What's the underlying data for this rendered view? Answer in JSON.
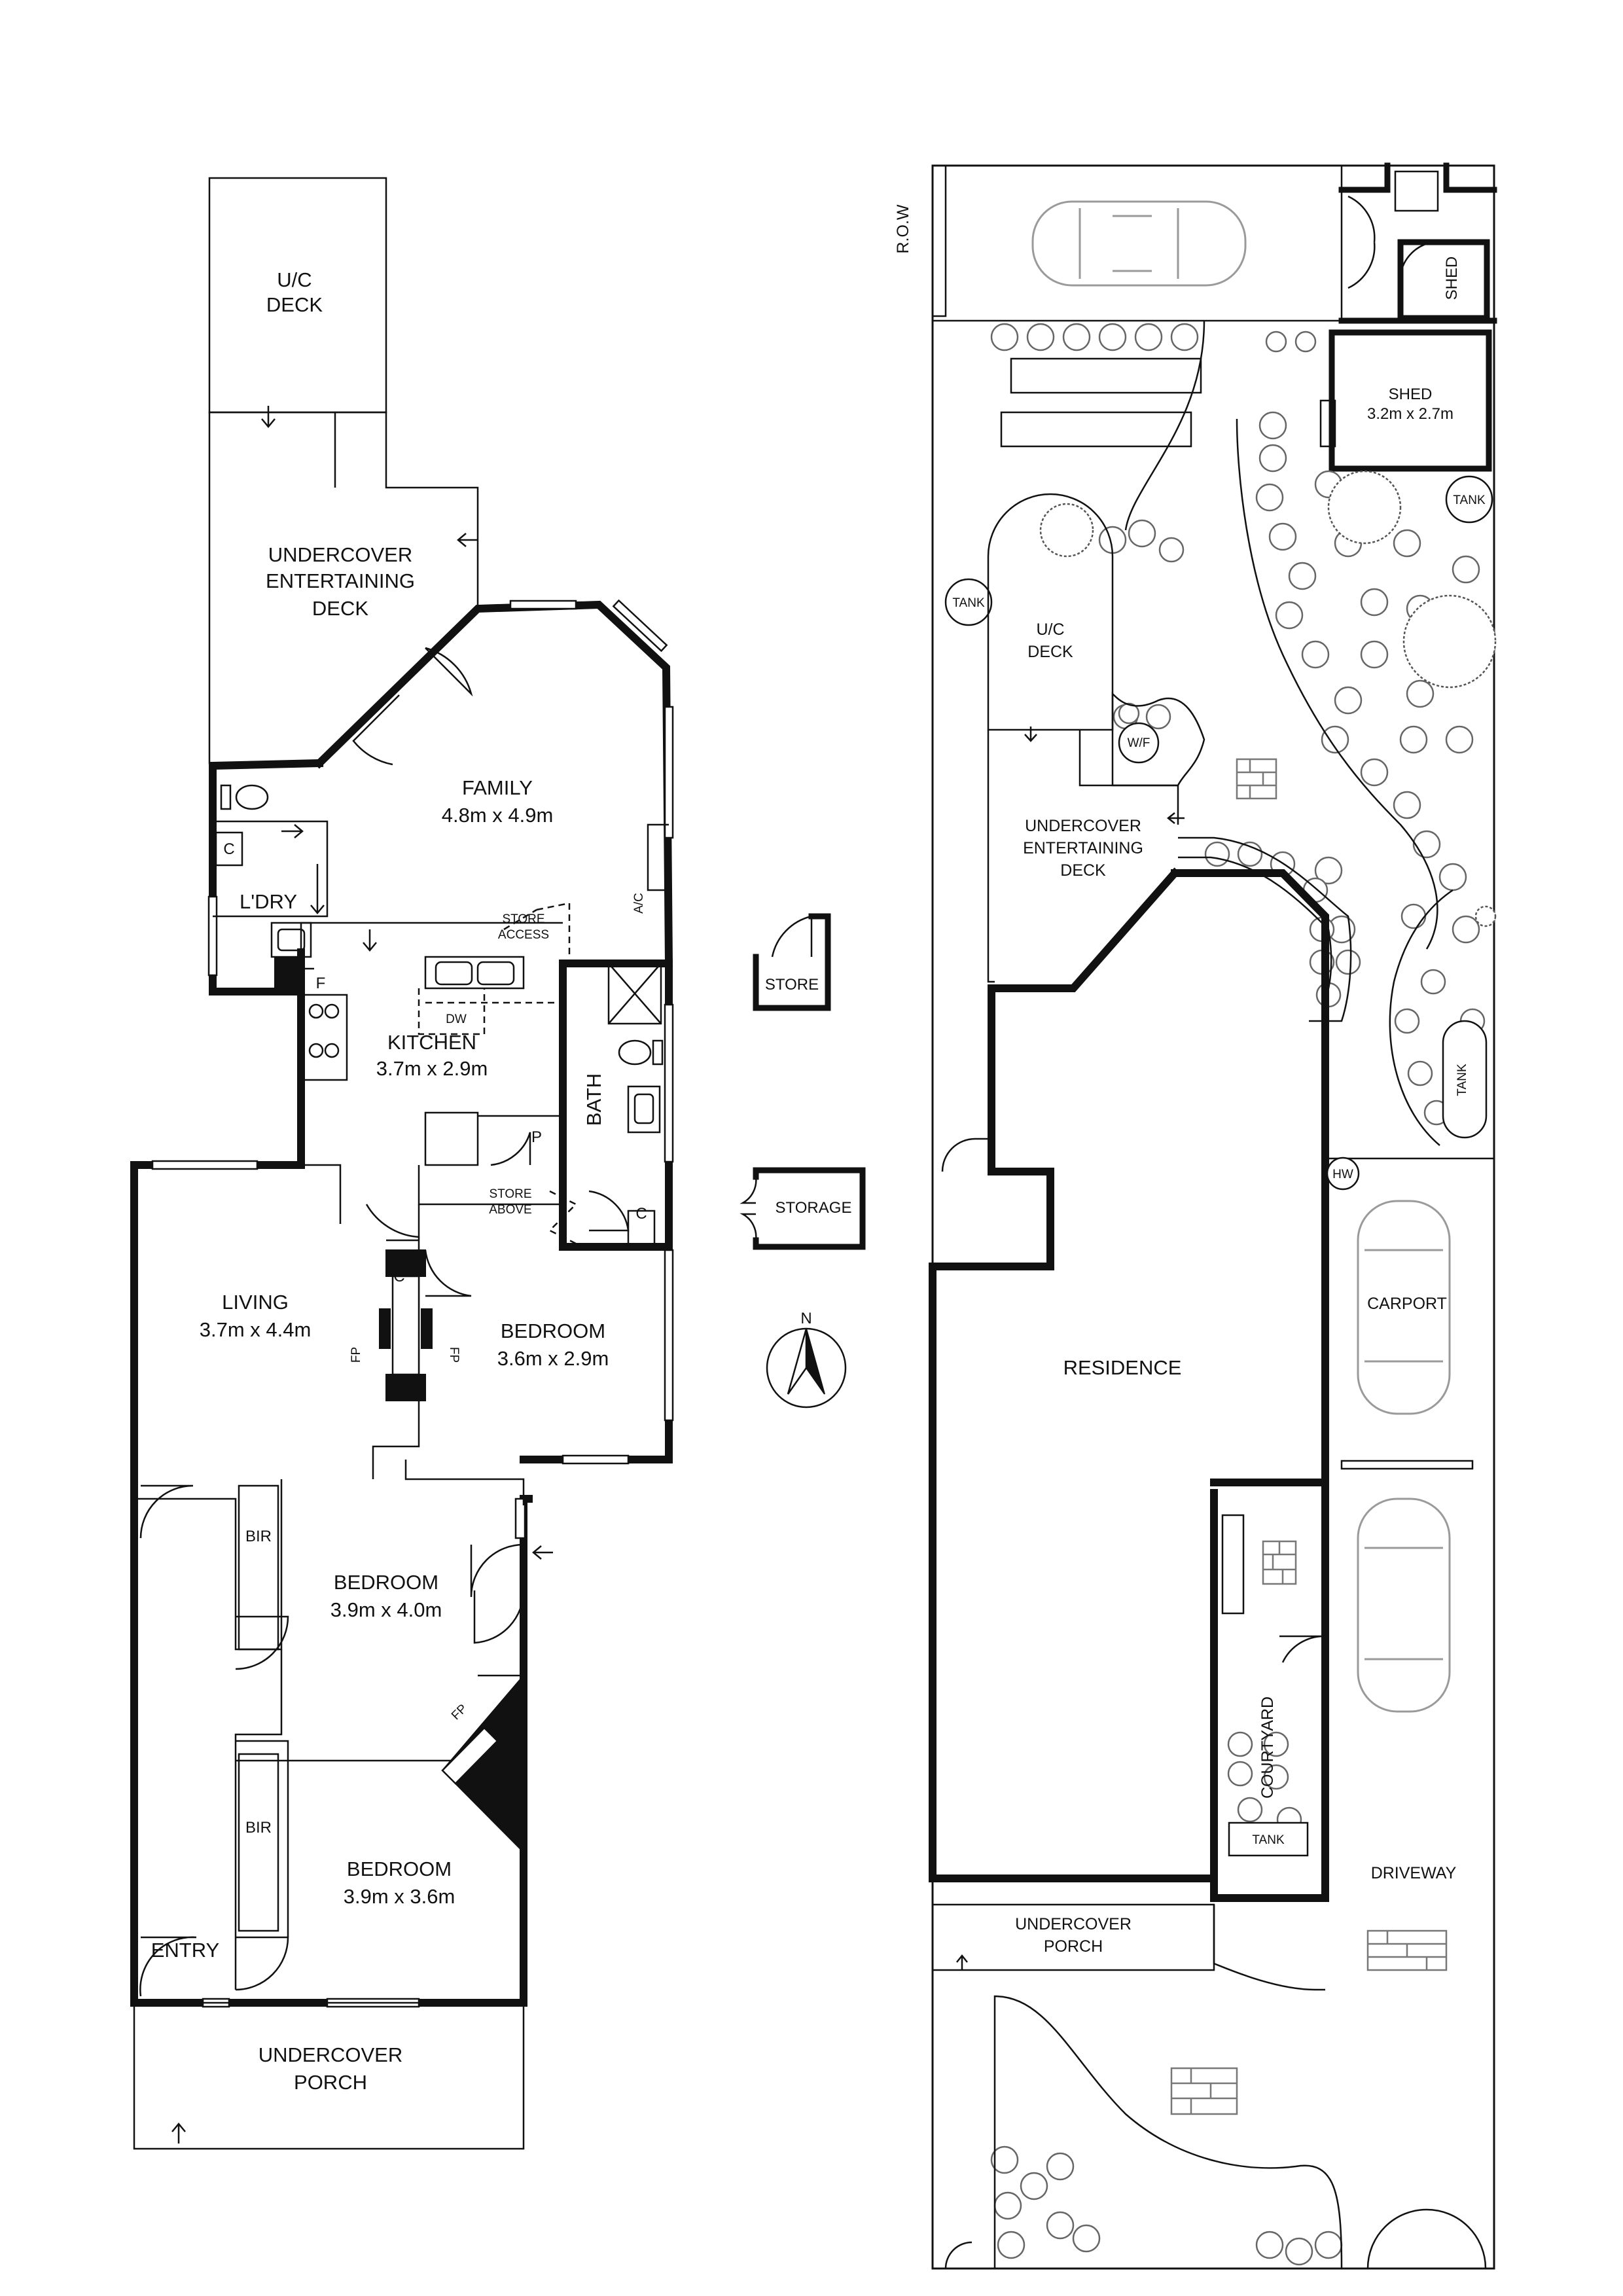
{
  "floor_plan": {
    "rooms": {
      "uc_deck": [
        "U/C",
        "DECK"
      ],
      "entertaining_deck": [
        "UNDERCOVER",
        "ENTERTAINING",
        "DECK"
      ],
      "family": {
        "name": "FAMILY",
        "size": "4.8m x 4.9m"
      },
      "laundry": "L'DRY",
      "cupboard_c": "C",
      "kitchen": {
        "name": "KITCHEN",
        "size": "3.7m x 2.9m"
      },
      "fridge": "F",
      "dishwasher": "DW",
      "store_access": [
        "STORE",
        "ACCESS"
      ],
      "ac": "A/C",
      "bath": "BATH",
      "pantry": "P",
      "store_above": [
        "STORE",
        "ABOVE"
      ],
      "living": {
        "name": "LIVING",
        "size": "3.7m x 4.4m"
      },
      "fireplace": "FP",
      "bedroom1": {
        "name": "BEDROOM",
        "size": "3.6m x 2.9m"
      },
      "bedroom2": {
        "name": "BEDROOM",
        "size": "3.9m x 4.0m"
      },
      "bedroom3": {
        "name": "BEDROOM",
        "size": "3.9m x 3.6m"
      },
      "bir": "BIR",
      "entry": "ENTRY",
      "porch": [
        "UNDERCOVER",
        "PORCH"
      ]
    }
  },
  "outbuildings": {
    "store": "STORE",
    "storage": "STORAGE"
  },
  "compass": {
    "north": "N"
  },
  "site_plan": {
    "row": "R.O.W",
    "shed_small": "SHED",
    "shed": {
      "name": "SHED",
      "size": "3.2m x 2.7m"
    },
    "tank": "TANK",
    "uc_deck": [
      "U/C",
      "DECK"
    ],
    "wf": "W/F",
    "entertaining_deck": [
      "UNDERCOVER",
      "ENTERTAINING",
      "DECK"
    ],
    "residence": "RESIDENCE",
    "hw": "HW",
    "carport": "CARPORT",
    "courtyard": "COURTYARD",
    "driveway": "DRIVEWAY",
    "porch": [
      "UNDERCOVER",
      "PORCH"
    ]
  }
}
